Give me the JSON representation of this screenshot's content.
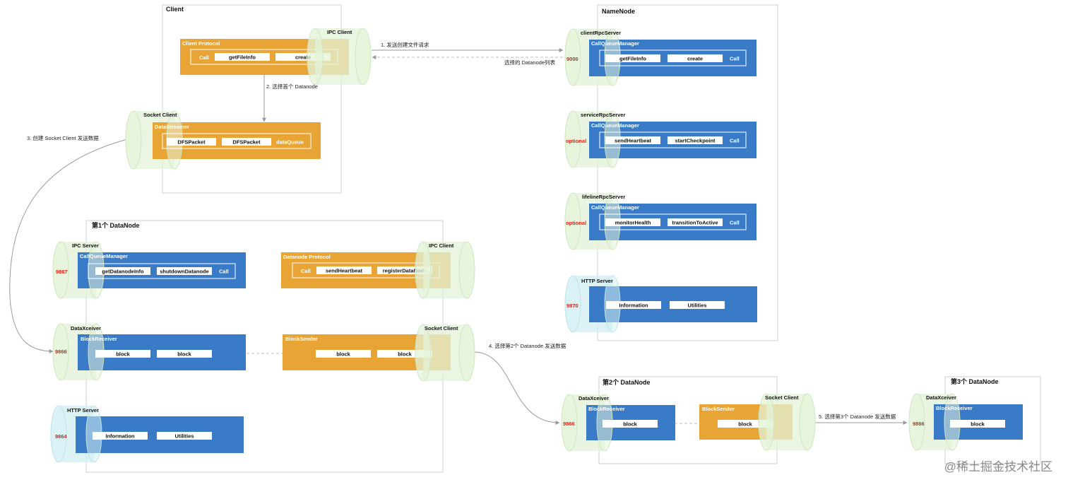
{
  "client": {
    "title": "Client",
    "ipc_client": "IPC Client",
    "protocol": {
      "header": "Client Protocol",
      "call": "Call",
      "items": [
        "getFileInfo",
        "create"
      ]
    },
    "socket_client": "Socket Client",
    "streamer": {
      "header": "DataStreamer",
      "items": [
        "DFSPacket",
        "DFSPacket"
      ],
      "queue": "dataQueue"
    }
  },
  "namenode": {
    "title": "NameNode",
    "servers": [
      {
        "name": "clientRpcServer",
        "port": "9000",
        "manager": "CallQueueManager",
        "items": [
          "getFileInfo",
          "create"
        ],
        "call": "Call"
      },
      {
        "name": "serviceRpcServer",
        "port": "optional",
        "manager": "CallQueueManager",
        "items": [
          "sendHeartbeat",
          "startCheckpoint"
        ],
        "call": "Call"
      },
      {
        "name": "lifelineRpcServer",
        "port": "optional",
        "manager": "CallQueueManager",
        "items": [
          "monitorHealth",
          "transitionToActive"
        ],
        "call": "Call"
      }
    ],
    "http": {
      "name": "HTTP Server",
      "port": "9870",
      "items": [
        "Information",
        "Utilities"
      ]
    }
  },
  "datanode1": {
    "title": "第1个 DataNode",
    "ipc_server": {
      "name": "IPC Server",
      "port": "9867",
      "manager": "CallQueueManager",
      "items": [
        "getDatanodeInfo",
        "shutdownDatanode"
      ],
      "call": "Call"
    },
    "ipc_client": "IPC Client",
    "protocol": {
      "header": "Datanode Protocol",
      "call": "Call",
      "items": [
        "sendHeartbeat",
        "registerDataNode"
      ]
    },
    "xceiver": {
      "name": "DataXceiver",
      "port": "9866",
      "receiver": "BlockReceiver",
      "items": [
        "block",
        "block"
      ]
    },
    "socket_client": "Socket Client",
    "sender": {
      "header": "BlockSender",
      "items": [
        "block",
        "block"
      ]
    },
    "http": {
      "name": "HTTP Server",
      "port": "9864",
      "items": [
        "Information",
        "Utilities"
      ]
    }
  },
  "datanode2": {
    "title": "第2个 DataNode",
    "xceiver": {
      "name": "DataXceiver",
      "port": "9866",
      "receiver": "BlockReceiver",
      "item": "block"
    },
    "socket_client": "Socket Client",
    "sender": {
      "header": "BlockSender",
      "item": "block"
    }
  },
  "datanode3": {
    "title": "第3个 DataNode",
    "xceiver": {
      "name": "DataXceiver",
      "port": "9866",
      "receiver": "BlockReceiver",
      "item": "block"
    }
  },
  "annotations": {
    "step1": "1. 发送创建文件请求",
    "reply": "选择的 Datanode列表",
    "step2": "2. 选择首个 Datanode",
    "step3": "3. 创建 Socket Client 发送数据",
    "step4": "4. 选择第2个 Datanode 发送数据",
    "step5": "5. 选择第3个 Datanode 发送数据"
  },
  "watermark": "@稀土掘金技术社区",
  "colors": {
    "orange": "#e8a535",
    "blue": "#3a7bc8",
    "cylinder_green": "#e3f3d8",
    "cylinder_cyan": "#d6f0f3",
    "port_red": "#e0231a"
  }
}
